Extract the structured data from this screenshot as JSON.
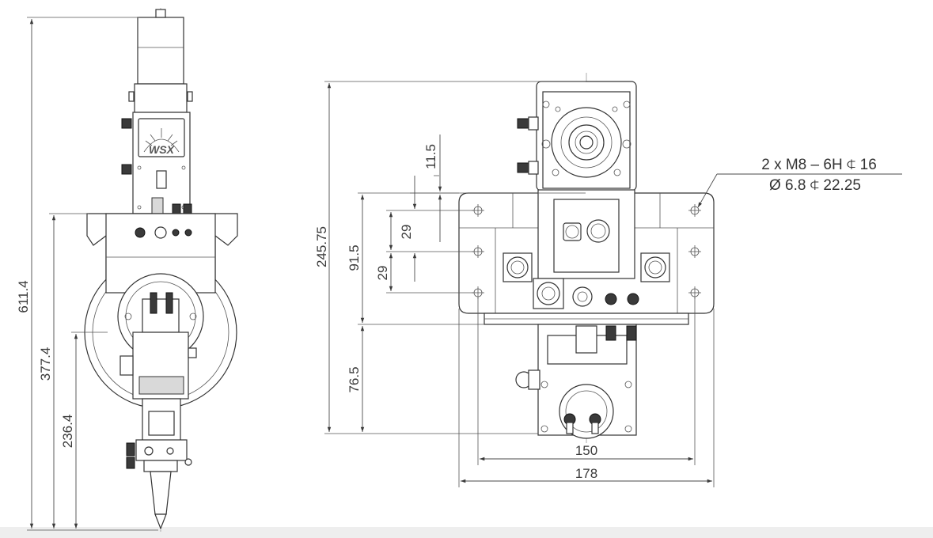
{
  "drawing": {
    "side_view": {
      "logo_text": "WSX",
      "dims": {
        "total_height": "611.4",
        "mid_height": "377.4",
        "low_height": "236.4"
      }
    },
    "front_view": {
      "dims": {
        "overall_height": "245.75",
        "plate_height": "91.5",
        "lower_height": "76.5",
        "hole_pitch_upper": "29",
        "hole_pitch_lower": "29",
        "top_offset": "11.5",
        "hole_span": "150",
        "plate_width": "178"
      },
      "note_line1": "2 x  M8 – 6H ⍧ 16",
      "note_line2": "Ø 6.8 ⍧ 22.25"
    }
  }
}
